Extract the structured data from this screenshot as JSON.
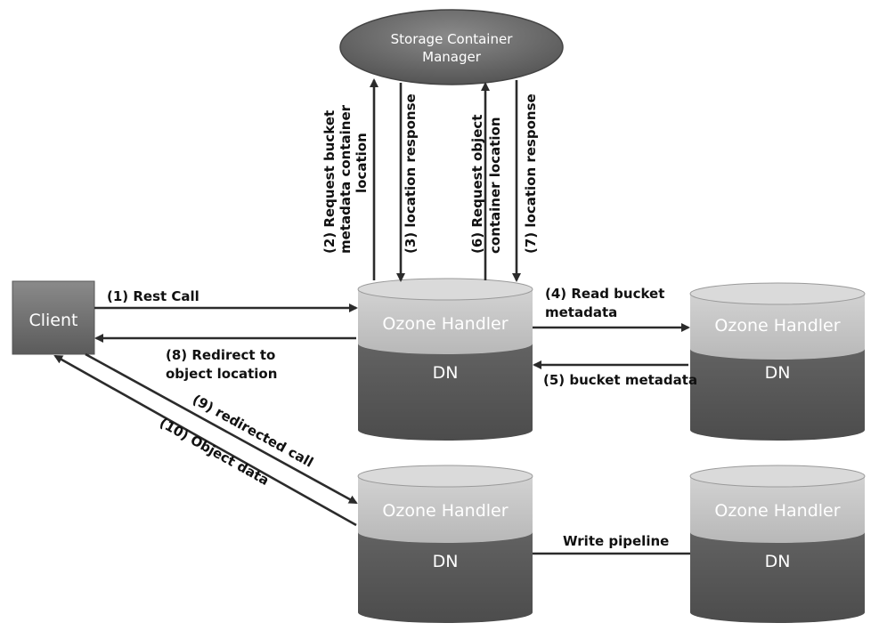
{
  "nodes": {
    "scm": {
      "line1": "Storage Container",
      "line2": "Manager"
    },
    "client": "Client",
    "handler_main": {
      "top": "Ozone Handler",
      "bottom": "DN"
    },
    "handler_meta": {
      "top": "Ozone Handler",
      "bottom": "DN"
    },
    "handler_object": {
      "top": "Ozone Handler",
      "bottom": "DN"
    },
    "handler_replica": {
      "top": "Ozone Handler",
      "bottom": "DN"
    }
  },
  "steps": {
    "s1": "(1) Rest Call",
    "s2": {
      "line1": "(2) Request bucket",
      "line2": "metadata container",
      "line3": "location"
    },
    "s3": "(3) location response",
    "s4": {
      "line1": "(4) Read bucket",
      "line2": "metadata"
    },
    "s5": "(5) bucket metadata",
    "s6": {
      "line1": "(6) Request object",
      "line2": "container location"
    },
    "s7": "(7) location response",
    "s8": {
      "line1": "(8) Redirect to",
      "line2": "object location"
    },
    "s9": "(9) redirected call",
    "s10": "(10) Object data",
    "pipeline": "Write pipeline"
  }
}
